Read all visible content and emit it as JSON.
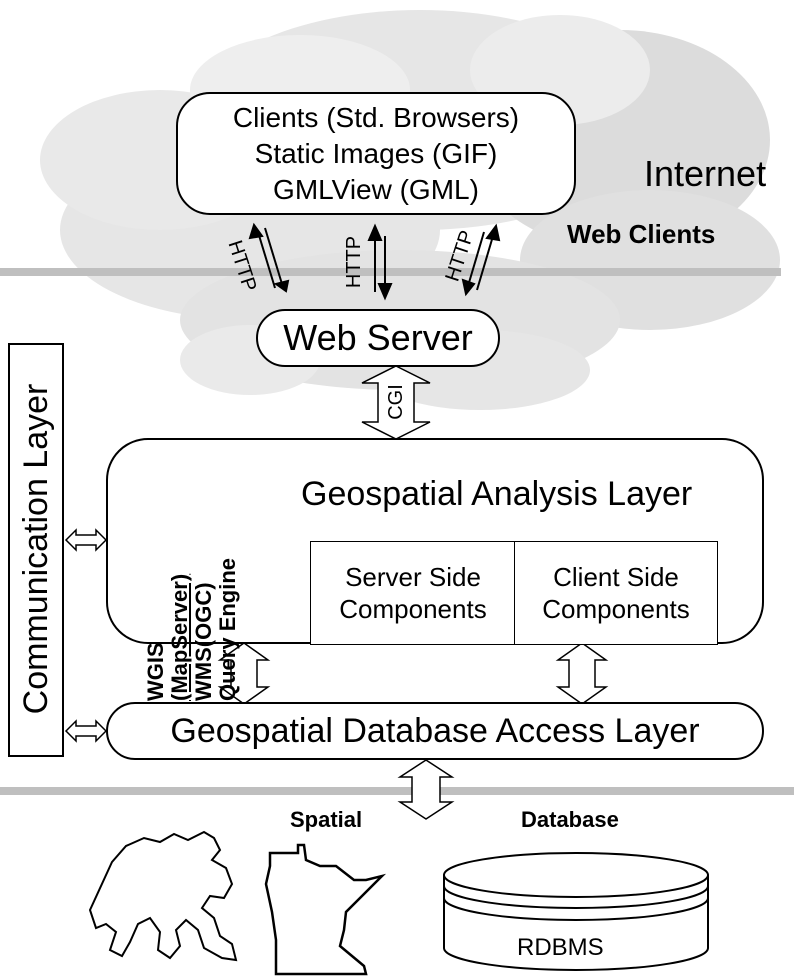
{
  "cloud": {
    "internet_label": "Internet",
    "web_clients_label": "Web Clients"
  },
  "clients_box": {
    "lines": [
      "Clients (Std. Browsers)",
      "Static Images (GIF)",
      "GMLView (GML)"
    ]
  },
  "http_labels": [
    "HTTP",
    "HTTP",
    "HTTP"
  ],
  "web_server": {
    "label": "Web Server"
  },
  "cgi": {
    "label": "CGI"
  },
  "communication_layer": {
    "label": "Communication Layer"
  },
  "analysis_layer": {
    "title": "Geospatial Analysis Layer",
    "side_lines": [
      "WGIS",
      "(MapServer)",
      "WMS(OGC)",
      "Query Engine"
    ],
    "server_side": "Server Side\nComponents",
    "client_side": "Client Side\nComponents"
  },
  "database_access": {
    "label": "Geospatial Database Access Layer"
  },
  "bottom": {
    "spatial_label": "Spatial",
    "database_label": "Database",
    "rdbms_label": "RDBMS"
  },
  "colors": {
    "separator": "#bfbfbf",
    "cloud_fill": "#e6e6e6",
    "cloud_shade": "#d0d0d0"
  }
}
